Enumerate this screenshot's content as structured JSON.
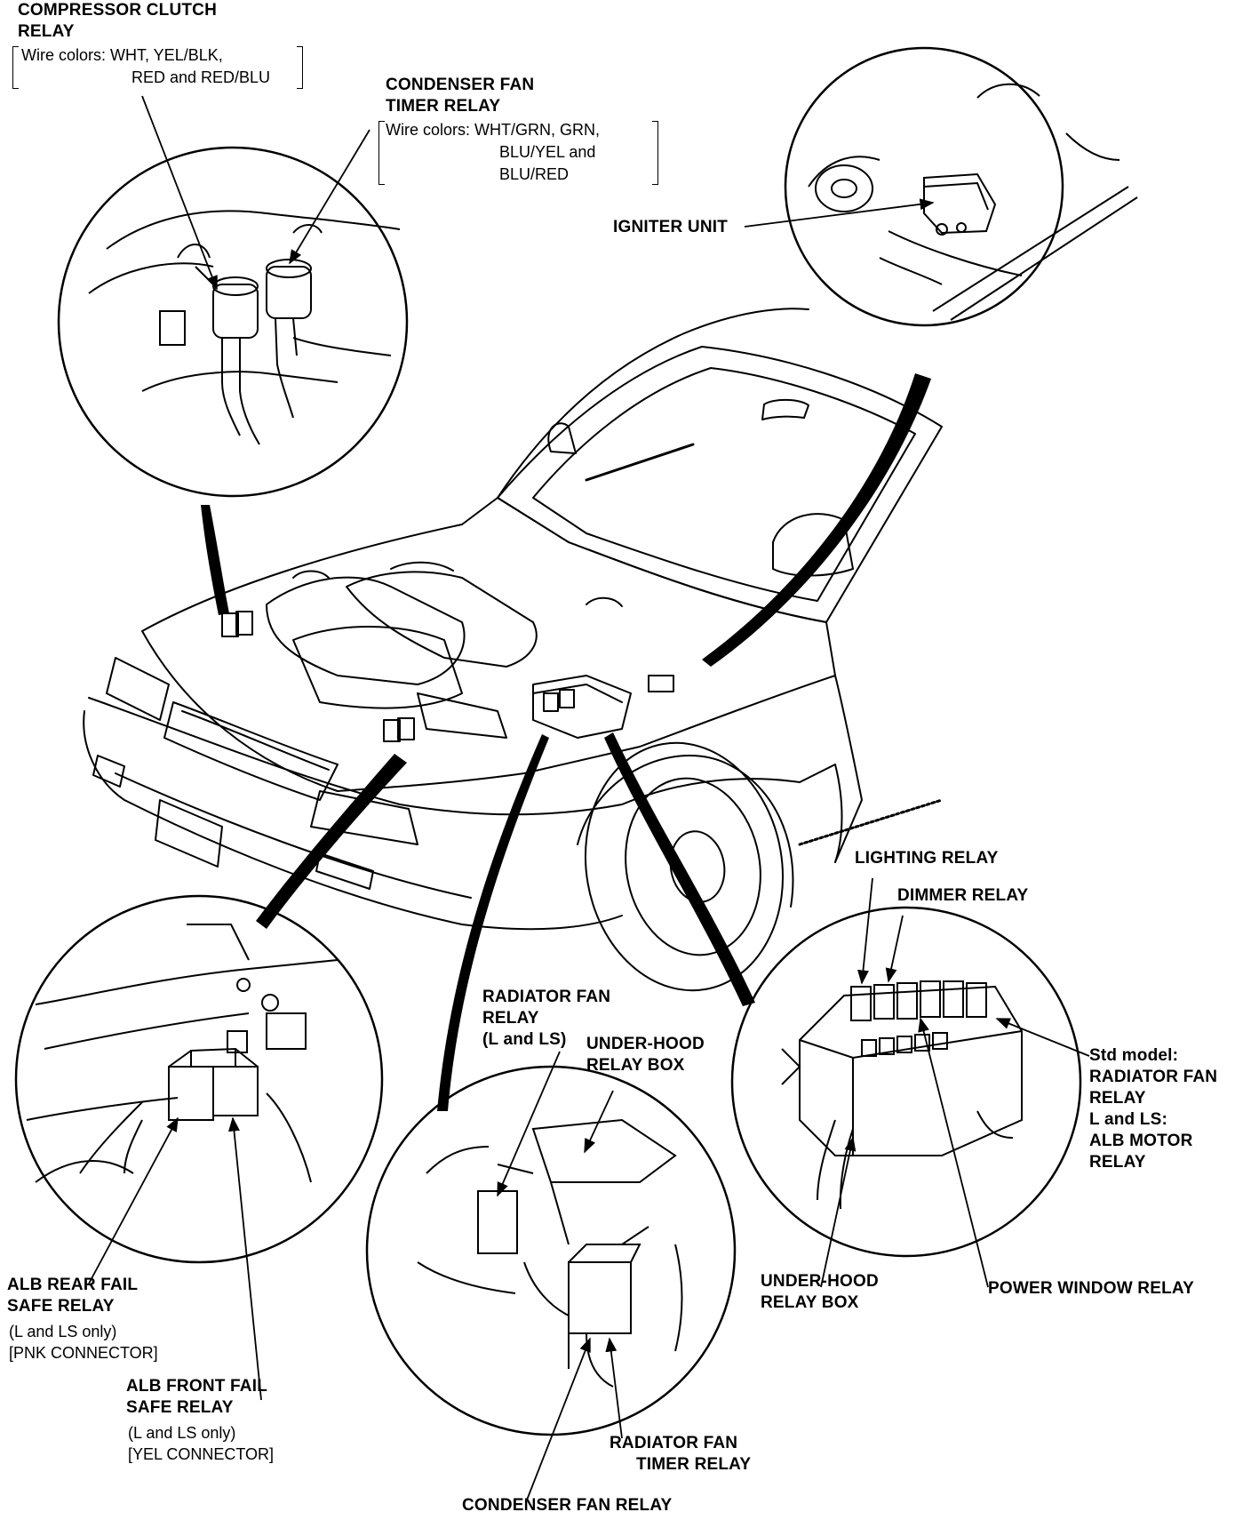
{
  "labels": {
    "compressor_clutch_relay": [
      "COMPRESSOR CLUTCH",
      "RELAY"
    ],
    "compressor_clutch_wires": [
      "Wire colors:  WHT,  YEL/BLK,",
      "RED and RED/BLU"
    ],
    "condenser_fan_timer_relay": [
      "CONDENSER FAN",
      "TIMER RELAY"
    ],
    "condenser_fan_timer_wires": [
      "Wire colors: WHT/GRN, GRN,",
      "BLU/YEL and",
      "BLU/RED"
    ],
    "igniter_unit": "IGNITER UNIT",
    "lighting_relay": "LIGHTING RELAY",
    "dimmer_relay": "DIMMER RELAY",
    "std_model": [
      "Std model:",
      "RADIATOR FAN",
      "RELAY",
      "L and LS:",
      "ALB MOTOR",
      "RELAY"
    ],
    "radiator_fan_relay": [
      "RADIATOR FAN",
      "RELAY",
      "(L and LS)"
    ],
    "under_hood_relay_box_center": [
      "UNDER-HOOD",
      "RELAY BOX"
    ],
    "under_hood_relay_box_right": [
      "UNDER-HOOD",
      "RELAY BOX"
    ],
    "power_window_relay": "POWER WINDOW RELAY",
    "alb_rear_fail_safe": [
      "ALB REAR FAIL",
      "SAFE RELAY"
    ],
    "alb_rear_fail_safe_sub": [
      "(L and LS only)",
      "[PNK CONNECTOR]"
    ],
    "alb_front_fail_safe": [
      "ALB FRONT FAIL",
      "SAFE RELAY"
    ],
    "alb_front_fail_safe_sub": [
      "(L and LS only)",
      "[YEL CONNECTOR]"
    ],
    "radiator_fan_timer_relay": [
      "RADIATOR FAN",
      "TIMER RELAY"
    ],
    "condenser_fan_relay": "CONDENSER FAN RELAY"
  }
}
